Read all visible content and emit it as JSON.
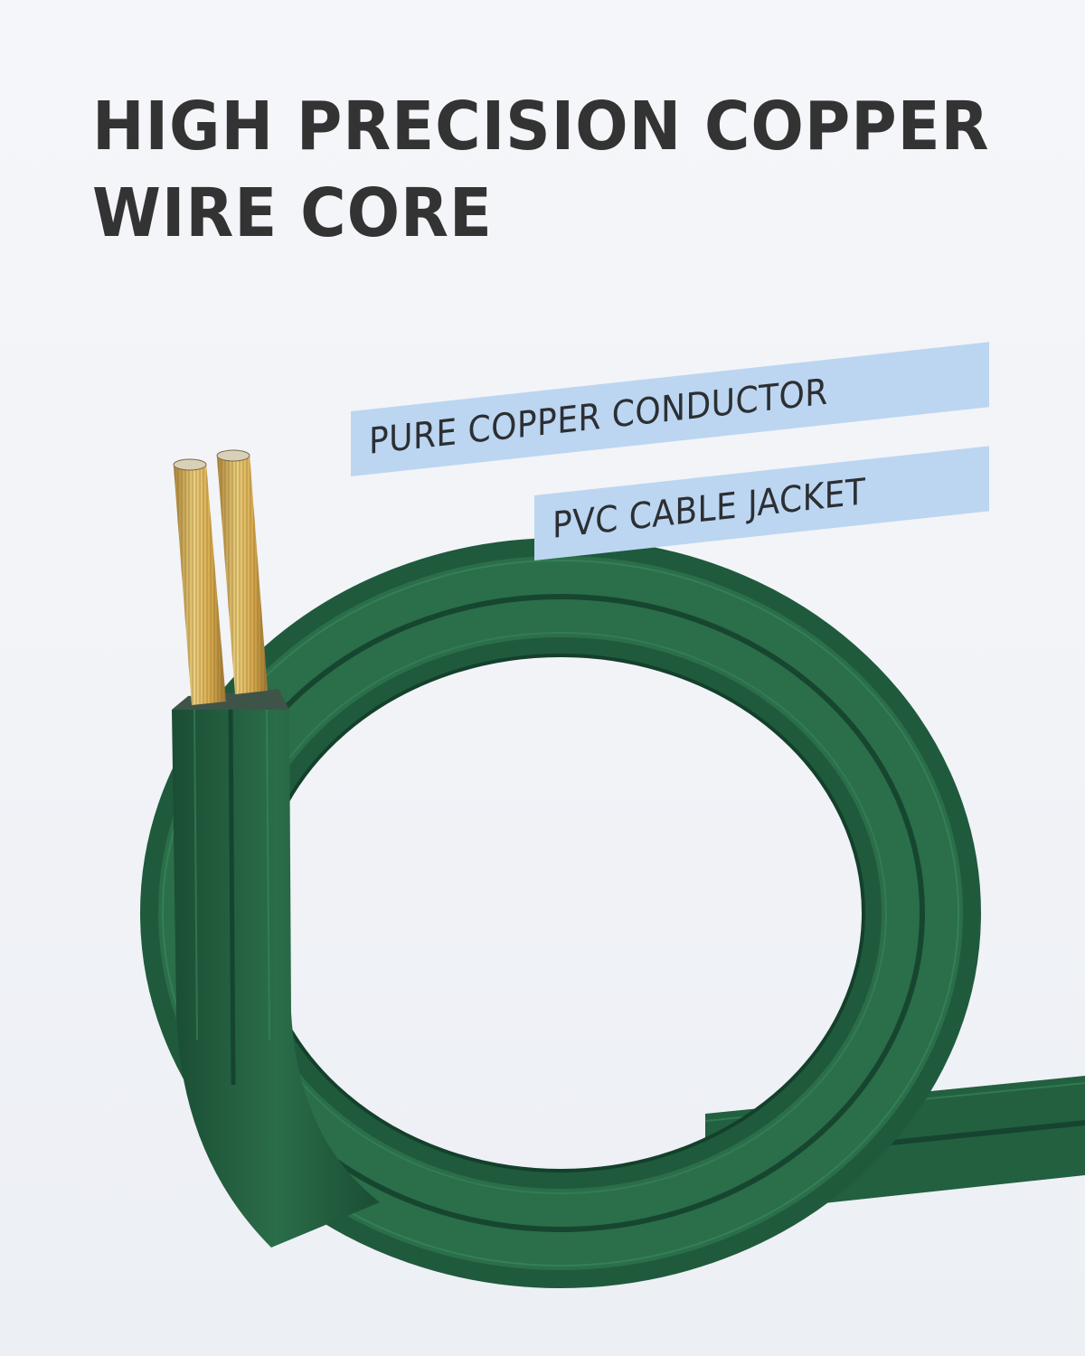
{
  "headline": {
    "line1": "HIGH PRECISION COPPER",
    "line2": "WIRE CORE"
  },
  "labels": [
    {
      "text": "PURE COPPER CONDUCTOR"
    },
    {
      "text": "PVC CABLE JACKET"
    }
  ],
  "illustration": {
    "subject": "looped two-conductor green PVC cable with exposed copper strands",
    "colors": {
      "jacket": "#1f5a3c",
      "jacket_highlight": "#2f7a52",
      "copper": "#d8b45a",
      "label_bg": "#bcd6f1",
      "text": "#333333"
    }
  }
}
